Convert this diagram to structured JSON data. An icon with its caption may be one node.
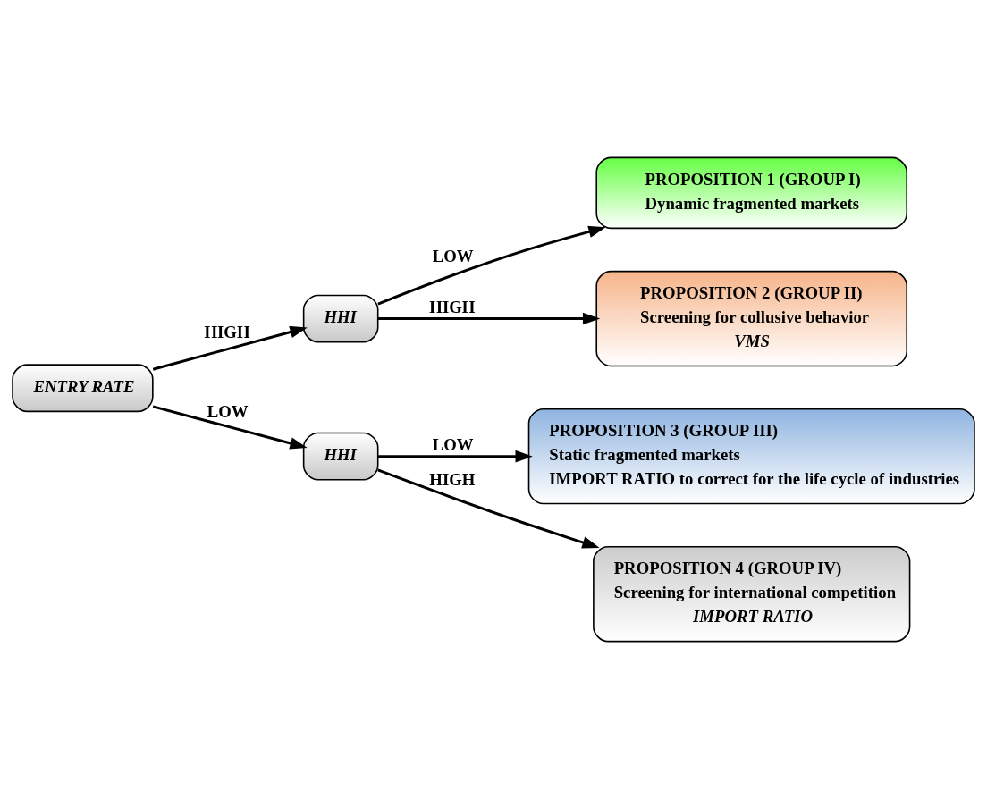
{
  "diagram": {
    "nodes": [
      {
        "text": [
          "ENTRY RATE"
        ]
      },
      {
        "text": [
          "HHI"
        ]
      },
      {
        "text": [
          "HHI"
        ]
      },
      {
        "text": [
          "PROPOSITION 1 (GROUP I)",
          "Dynamic fragmented markets"
        ]
      },
      {
        "text": [
          "PROPOSITION 2 (GROUP II)",
          "Screening for collusive behavior",
          "VMS"
        ]
      },
      {
        "text": [
          "PROPOSITION 3 (GROUP III)",
          "Static fragmented markets",
          "IMPORT RATIO to correct for the life cycle of industries"
        ]
      },
      {
        "text": [
          "PROPOSITION 4 (GROUP IV)",
          "Screening for international competition",
          "IMPORT RATIO"
        ]
      }
    ],
    "edges": [
      {
        "from": 0,
        "to": 1,
        "arrow": "to",
        "label": "HIGH"
      },
      {
        "from": 0,
        "to": 2,
        "arrow": "to",
        "label": "LOW"
      },
      {
        "from": 1,
        "to": 3,
        "arrow": "to",
        "label": "LOW"
      },
      {
        "from": 1,
        "to": 4,
        "arrow": "to",
        "label": "HIGH"
      },
      {
        "from": 2,
        "to": 5,
        "arrow": "to",
        "label": "LOW"
      },
      {
        "from": 2,
        "to": 6,
        "arrow": "to",
        "label": "HIGH"
      }
    ]
  }
}
